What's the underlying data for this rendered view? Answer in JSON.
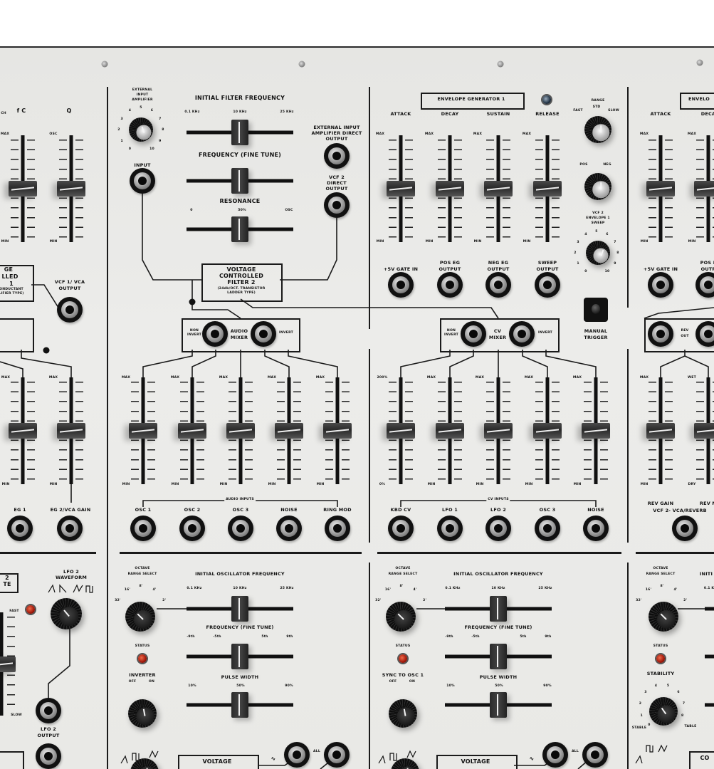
{
  "panel": {
    "vcf1": {
      "ch": "CH",
      "fc": "f C",
      "q": "Q",
      "fc_max": "MAX",
      "q_max": "OSC",
      "fc_min": "MIN",
      "q_min": "MIN",
      "fc_value": 0.5,
      "q_value": 0.5,
      "title": [
        "GE",
        "LLED",
        "1"
      ],
      "subtitle": [
        "ONDUCTANT",
        "LIFIER TYPE)"
      ],
      "output": [
        "VCF 1/ VCA",
        "OUTPUT"
      ]
    },
    "vca": {
      "max": "MAX",
      "min": "MIN",
      "inputs": [
        "EG 1",
        "EG 2/VCA GAIN"
      ],
      "values": [
        0.5,
        0.5
      ]
    },
    "vcf2": {
      "ext_amp": [
        "EXTERNAL",
        "INPUT",
        "AMPLIFIER"
      ],
      "ext_scale": [
        "0",
        "1",
        "2",
        "3",
        "4",
        "5",
        "6",
        "7",
        "8",
        "9",
        "10"
      ],
      "input": "INPUT",
      "freq_title": "INITIAL FILTER FREQUENCY",
      "freq_scale": [
        "0.1 KHz",
        "10 KHz",
        "25 KHz"
      ],
      "fine_title": "FREQUENCY (FINE TUNE)",
      "res_title": "RESONANCE",
      "res_scale": [
        "0",
        "50%",
        "OSC"
      ],
      "ext_out": [
        "EXTERNAL INPUT",
        "AMPLIFIER DIRECT",
        "OUTPUT"
      ],
      "direct_out": [
        "VCF 2",
        "DIRECT",
        "OUTPUT"
      ],
      "title": [
        "VOLTAGE",
        "CONTROLLED",
        "FILTER 2"
      ],
      "subtitle": [
        "(24db/OCT. TRANSISTOR",
        "LADDER TYPE)"
      ],
      "freq_value": 0.5,
      "fine_value": 0.5,
      "res_value": 0.5
    },
    "audio_mixer": {
      "non_invert": [
        "NON",
        "INVERT"
      ],
      "title": [
        "AUDIO",
        "MIXER"
      ],
      "invert": "INVERT",
      "max": "MAX",
      "min": "MIN",
      "inputs_title": "AUDIO INPUTS",
      "inputs": [
        "OSC 1",
        "OSC 2",
        "OSC 3",
        "NOISE",
        "RING MOD"
      ],
      "values": [
        0.5,
        0.5,
        0.5,
        0.5,
        0.5
      ]
    },
    "eg1": {
      "title": "ENVELOPE GENERATOR 1",
      "stages": [
        "ATTACK",
        "DECAY",
        "SUSTAIN",
        "RELEASE"
      ],
      "max": "MAX",
      "min": "MIN",
      "values": [
        0.5,
        0.5,
        0.5,
        0.5
      ],
      "range": "RANGE",
      "range_opts": [
        "FAST",
        "STD",
        "SLOW"
      ],
      "polarity": [
        "POS",
        "NEG"
      ],
      "sweep": [
        "VCF 2",
        "ENVELOPE 1",
        "SWEEP"
      ],
      "sweep_scale": [
        "0",
        "1",
        "2",
        "3",
        "4",
        "5",
        "6",
        "7",
        "8",
        "9",
        "10"
      ],
      "outputs": [
        "+5V GATE IN",
        "POS EG",
        "NEG EG",
        "SWEEP"
      ],
      "output_sub": "OUTPUT",
      "manual_trigger": [
        "MANUAL",
        "TRIGGER"
      ]
    },
    "cv_mixer": {
      "non_invert": [
        "NON",
        "INVERT"
      ],
      "title": [
        "CV",
        "MIXER"
      ],
      "invert": "INVERT",
      "top_labels": [
        "200%",
        "MAX",
        "MAX",
        "MAX",
        "MAX"
      ],
      "bottom_labels": [
        "0%",
        "MIN",
        "MIN",
        "MIN",
        "MIN"
      ],
      "inputs_title": "CV INPUTS",
      "inputs": [
        "KBD CV",
        "LFO 1",
        "LFO 2",
        "OSC 3",
        "NOISE"
      ],
      "values": [
        0.5,
        0.5,
        0.5,
        0.5,
        0.5
      ]
    },
    "eg2": {
      "title": "ENVELO",
      "stages": [
        "ATTACK",
        "DECA"
      ],
      "max": "MAX",
      "min": "MIN",
      "values": [
        0.5,
        0.5
      ],
      "gate": "+5V GATE IN",
      "pos": [
        "POS E",
        "OUTP"
      ],
      "rev_out": [
        "REV",
        "OUT"
      ],
      "rev_top": [
        "MAX",
        "WET"
      ],
      "rev_bottom": [
        "MIN",
        "DRY"
      ],
      "rev_labels": [
        "REV GAIN",
        "REV M"
      ],
      "rev_output": "VCF 2- VCA/REVERB",
      "rev_values": [
        0.5,
        0.5
      ]
    },
    "lfo2": {
      "title": [
        "2",
        "TE"
      ],
      "waveform": [
        "LFO 2",
        "WAVEFORM"
      ],
      "wave_icons": [
        "ramp-icon",
        "saw-icon",
        "triangle-icon",
        "square-icon"
      ],
      "fast": "FAST",
      "slow": "SLOW",
      "output": [
        "LFO 2",
        "OUTPUT"
      ],
      "rate_value": 0.5
    },
    "osc1": {
      "octave": [
        "OCTAVE",
        "RANGE SELECT"
      ],
      "octave_scale": [
        "32'",
        "16'",
        "8'",
        "4'",
        "2'"
      ],
      "freq_title": "INITIAL OSCILLATOR FREQUENCY",
      "freq_scale": [
        "0.1 KHz",
        "10 KHz",
        "25 KHz"
      ],
      "fine_title": "FREQUENCY (FINE TUNE)",
      "fine_scale": [
        "-9th",
        "-5th",
        "5th",
        "9th"
      ],
      "pw_title": "PULSE WIDTH",
      "pw_scale": [
        "10%",
        "50%",
        "90%"
      ],
      "status": "STATUS",
      "switch_title": "INVERTER",
      "switch_opts": [
        "OFF",
        "ON"
      ],
      "vco_title": "VOLTAGE",
      "out_labels": [
        "∿",
        "ALL"
      ],
      "freq_value": 0.5,
      "fine_value": 0.5,
      "pw_value": 0.5
    },
    "osc2": {
      "octave": [
        "OCTAVE",
        "RANGE SELECT"
      ],
      "octave_scale": [
        "32'",
        "16'",
        "8'",
        "4'",
        "2'"
      ],
      "freq_title": "INITIAL OSCILLATOR FREQUENCY",
      "freq_scale": [
        "0.1 KHz",
        "10 KHz",
        "25 KHz"
      ],
      "fine_title": "FREQUENCY (FINE TUNE)",
      "fine_scale": [
        "-9th",
        "-5th",
        "5th",
        "9th"
      ],
      "pw_title": "PULSE WIDTH",
      "pw_scale": [
        "10%",
        "50%",
        "90%"
      ],
      "status": "STATUS",
      "switch_title": "SYNC TO OSC 1",
      "switch_opts": [
        "OFF",
        "ON"
      ],
      "vco_title": "VOLTAGE",
      "out_labels": [
        "∿",
        "ALL"
      ],
      "freq_value": 0.5,
      "fine_value": 0.5,
      "pw_value": 0.5
    },
    "osc3": {
      "octave": [
        "OCTAVE",
        "RANGE SELECT"
      ],
      "octave_scale": [
        "32'",
        "16'",
        "8'",
        "4'",
        "2'"
      ],
      "freq_title": "INITI",
      "freq_scale_first": "0.1 K",
      "status": "STATUS",
      "stability": "STABILITY",
      "stability_scale": [
        "0",
        "1",
        "2",
        "3",
        "4",
        "5",
        "6",
        "7",
        "8"
      ],
      "stability_ends": [
        "STABLE",
        "TABLE"
      ],
      "vco_title": "CO"
    }
  }
}
